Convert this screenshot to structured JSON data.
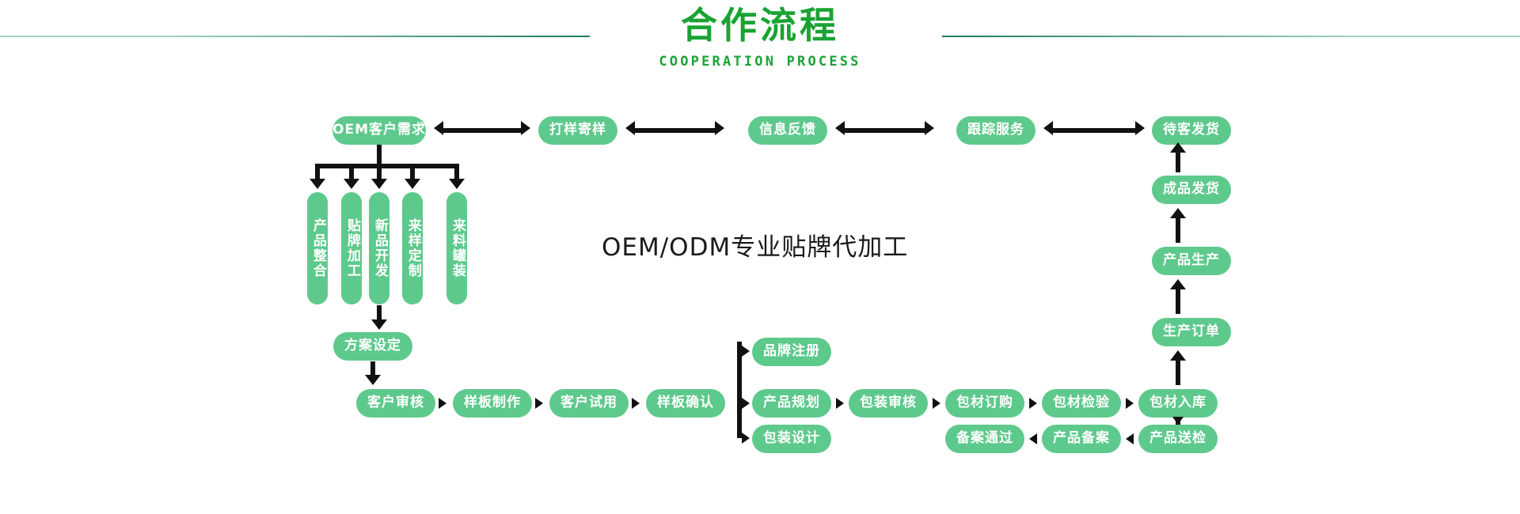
{
  "header": {
    "title": "合作流程",
    "subtitle": "COOPERATION PROCESS",
    "accent_color": "#1aa333",
    "rule_color": "#1c7a63"
  },
  "center_caption": "OEM/ODM专业贴牌代加工",
  "node_color": "#5ec98c",
  "node_text_color": "#ffffff",
  "arrow_color": "#111111",
  "flow": {
    "top_row": [
      {
        "label": "OEM客户需求"
      },
      {
        "label": "打样寄样"
      },
      {
        "label": "信息反馈"
      },
      {
        "label": "跟踪服务"
      },
      {
        "label": "待客发货"
      }
    ],
    "service_branches": [
      {
        "label": "产品整合"
      },
      {
        "label": "贴牌加工"
      },
      {
        "label": "新品开发"
      },
      {
        "label": "来样定制"
      },
      {
        "label": "来料罐装"
      }
    ],
    "plan": {
      "label": "方案设定"
    },
    "bottom_row": [
      {
        "label": "客户审核"
      },
      {
        "label": "样板制作"
      },
      {
        "label": "客户试用"
      },
      {
        "label": "样板确认"
      }
    ],
    "confirm_branches": [
      {
        "label": "品牌注册"
      },
      {
        "label": "产品规划"
      },
      {
        "label": "包装设计"
      }
    ],
    "packaging_chain": [
      {
        "label": "包装审核"
      },
      {
        "label": "包材订购"
      },
      {
        "label": "包材检验"
      },
      {
        "label": "包材入库"
      }
    ],
    "filing_chain": [
      {
        "label": "产品送检"
      },
      {
        "label": "产品备案"
      },
      {
        "label": "备案通过"
      }
    ],
    "production_column": [
      {
        "label": "生产订单"
      },
      {
        "label": "产品生产"
      },
      {
        "label": "成品发货"
      }
    ]
  }
}
